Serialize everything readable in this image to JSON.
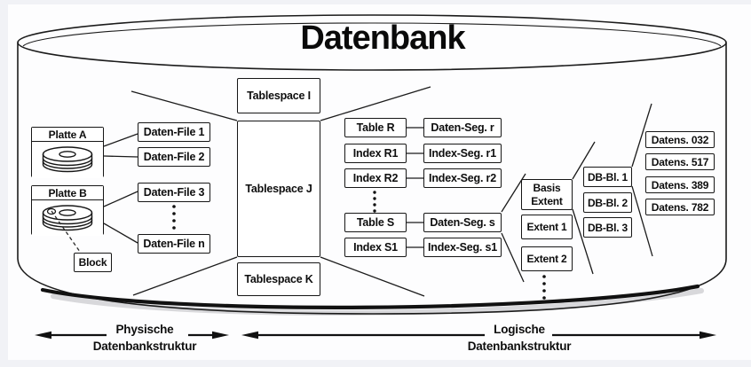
{
  "title": "Datenbank",
  "physical": {
    "disk_a": "Platte A",
    "disk_b": "Platte B",
    "block": "Block",
    "files": [
      "Daten-File 1",
      "Daten-File 2",
      "Daten-File 3",
      "Daten-File n"
    ]
  },
  "tablespaces": [
    "Tablespace I",
    "Tablespace J",
    "Tablespace K"
  ],
  "tables": [
    {
      "object": "Table R",
      "segment": "Daten-Seg. r"
    },
    {
      "object": "Index R1",
      "segment": "Index-Seg. r1"
    },
    {
      "object": "Index R2",
      "segment": "Index-Seg. r2"
    },
    {
      "object": "Table S",
      "segment": "Daten-Seg. s"
    },
    {
      "object": "Index S1",
      "segment": "Index-Seg. s1"
    }
  ],
  "extents": {
    "basis_line1": "Basis",
    "basis_line2": "Extent",
    "items": [
      "Extent 1",
      "Extent 2"
    ]
  },
  "db_blocks": [
    "DB-Bl. 1",
    "DB-Bl. 2",
    "DB-Bl. 3"
  ],
  "records": [
    "Datens. 032",
    "Datens. 517",
    "Datens. 389",
    "Datens. 782"
  ],
  "legend": {
    "physical_line1": "Physische",
    "physical_line2": "Datenbankstruktur",
    "logical_line1": "Logische",
    "logical_line2": "Datenbankstruktur"
  },
  "colors": {
    "stroke": "#1b1b1b",
    "box_background": "#ffffff",
    "page_background": "#f1f2f6"
  }
}
